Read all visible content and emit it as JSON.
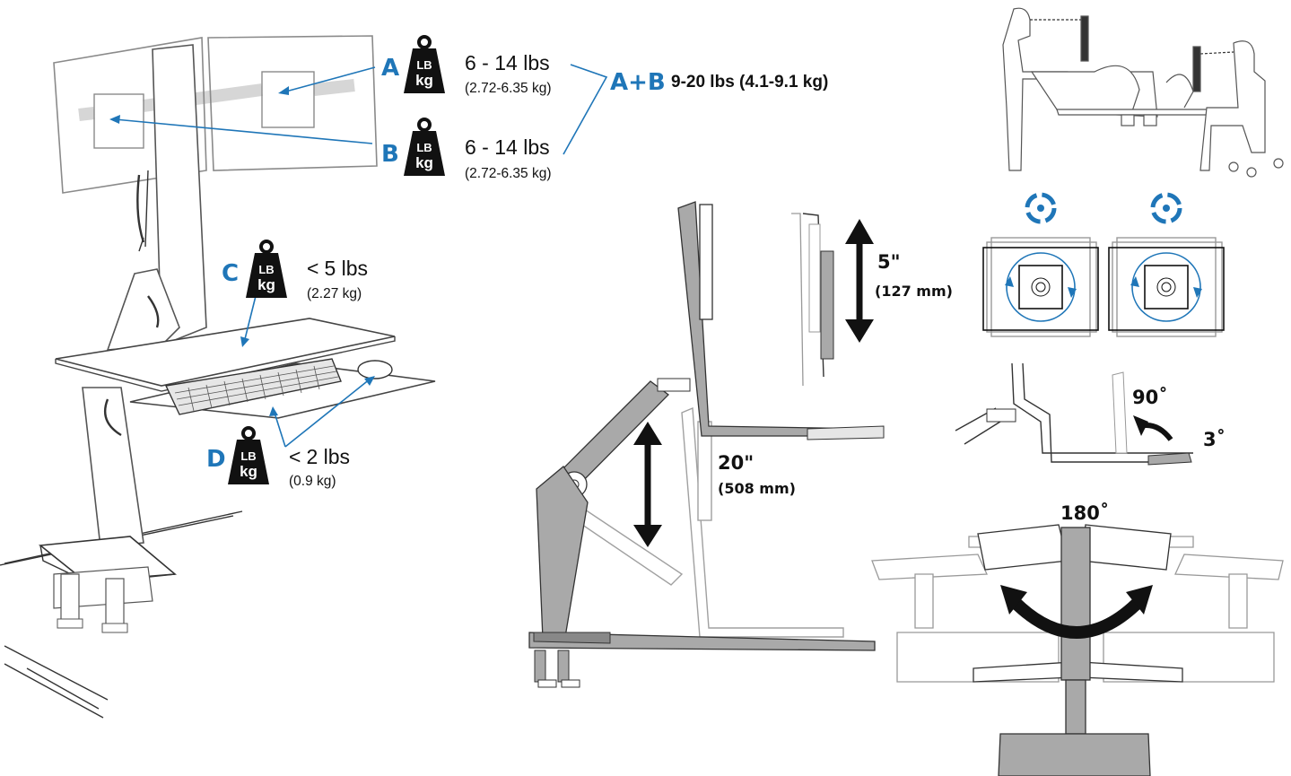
{
  "callouts": {
    "a": {
      "letter": "A",
      "weight": "6 - 14 lbs",
      "metric": "(2.72-6.35 kg)"
    },
    "b": {
      "letter": "B",
      "weight": "6 - 14 lbs",
      "metric": "(2.72-6.35 kg)"
    },
    "ab": {
      "letter_a": "A",
      "plus": "+",
      "letter_b": "B",
      "total": "9-20 lbs (4.1-9.1 kg)"
    },
    "c": {
      "letter": "C",
      "weight_prefix": "<",
      "weight": "5 lbs",
      "metric": "(2.27 kg)"
    },
    "d": {
      "letter": "D",
      "weight_prefix": "<",
      "weight": "2 lbs",
      "metric": "(0.9 kg)"
    }
  },
  "weight_icon": {
    "unit_top": "LB",
    "unit_bottom": "kg"
  },
  "adjustments": {
    "monitor_height": {
      "value": "5\"",
      "metric": "(127 mm)"
    },
    "lift_range": {
      "value": "20\"",
      "metric": "(508 mm)"
    },
    "tilt_up": {
      "value": "90˚"
    },
    "tilt_down": {
      "value": "3˚"
    },
    "swivel": {
      "value": "180˚"
    }
  },
  "colors": {
    "accent": "#1f76b8",
    "ink": "#111111",
    "ghost": "#9a9a9a",
    "fill_gray": "#a9a9a9"
  }
}
